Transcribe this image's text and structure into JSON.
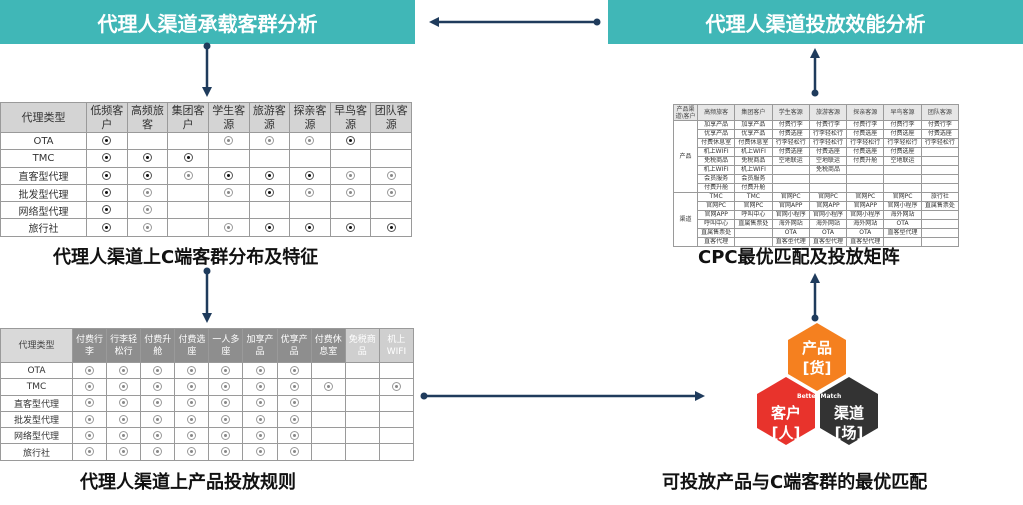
{
  "banners": {
    "left": "代理人渠道承载客群分析",
    "right": "代理人渠道投放效能分析"
  },
  "captions": {
    "customer_distribution": "代理人渠道上C端客群分布及特征",
    "product_rules": "代理人渠道上产品投放规则",
    "cpc_matrix": "CPC最优匹配及投放矩阵",
    "best_match": "可投放产品与C端客群的最优匹配"
  },
  "customer_table": {
    "headers": [
      "代理类型",
      "低频客户",
      "高频旅客",
      "集团客户",
      "学生客源",
      "旅游客源",
      "探亲客源",
      "早鸟客源",
      "团队客源"
    ],
    "rows": [
      {
        "label": "OTA",
        "marks": [
          "dot",
          "",
          "",
          "faint",
          "faint",
          "faint",
          "dot",
          ""
        ]
      },
      {
        "label": "TMC",
        "marks": [
          "dot",
          "dot",
          "dot",
          "",
          "",
          "",
          "",
          ""
        ]
      },
      {
        "label": "直客型代理",
        "marks": [
          "dot",
          "dot",
          "faint",
          "dot",
          "dot",
          "dot",
          "faint",
          "faint"
        ]
      },
      {
        "label": "批发型代理",
        "marks": [
          "dot",
          "faint",
          "",
          "faint",
          "dot",
          "faint",
          "faint",
          "faint"
        ]
      },
      {
        "label": "网络型代理",
        "marks": [
          "dot",
          "faint",
          "",
          "",
          "",
          "",
          "",
          ""
        ]
      },
      {
        "label": "旅行社",
        "marks": [
          "dot",
          "faint",
          "",
          "faint",
          "dot",
          "dot",
          "dot",
          "dot"
        ]
      }
    ]
  },
  "product_table": {
    "headers": [
      "代理类型",
      "付费行李",
      "行李轻松行",
      "付费升舱",
      "付费选座",
      "一人多座",
      "加享产品",
      "优享产品",
      "付费休息室",
      "免税商品",
      "机上WIFI"
    ],
    "rows": [
      {
        "label": "OTA",
        "marks": [
          "faint",
          "faint",
          "faint",
          "faint",
          "faint",
          "faint",
          "faint",
          "",
          "",
          ""
        ]
      },
      {
        "label": "TMC",
        "marks": [
          "faint",
          "faint",
          "faint",
          "faint",
          "faint",
          "faint",
          "faint",
          "faint",
          "",
          "faint"
        ]
      },
      {
        "label": "直客型代理",
        "marks": [
          "faint",
          "faint",
          "faint",
          "faint",
          "faint",
          "faint",
          "faint",
          "",
          "",
          ""
        ]
      },
      {
        "label": "批发型代理",
        "marks": [
          "faint",
          "faint",
          "faint",
          "faint",
          "faint",
          "faint",
          "faint",
          "",
          "",
          ""
        ]
      },
      {
        "label": "网络型代理",
        "marks": [
          "faint",
          "faint",
          "faint",
          "faint",
          "faint",
          "faint",
          "faint",
          "",
          "",
          ""
        ]
      },
      {
        "label": "旅行社",
        "marks": [
          "faint",
          "faint",
          "faint",
          "faint",
          "faint",
          "faint",
          "faint",
          "",
          "",
          ""
        ]
      }
    ]
  },
  "matrix": {
    "corner": "产品渠道\\客户",
    "headers": [
      "高频旅客",
      "集团客户",
      "学生客源",
      "旅游客源",
      "探亲客源",
      "早鸟客源",
      "团队客源"
    ],
    "groups": [
      {
        "name": "产品",
        "rows": [
          [
            "加享产品",
            "加享产品",
            "付费行李",
            "付费行李",
            "付费行李",
            "付费行李",
            "付费行李"
          ],
          [
            "优享产品",
            "优享产品",
            "付费选座",
            "行李轻松行",
            "付费选座",
            "付费选座",
            "付费选座"
          ],
          [
            "付费休息室",
            "付费休息室",
            "行李轻松行",
            "行李轻松行",
            "行李轻松行",
            "行李轻松行",
            "行李轻松行"
          ],
          [
            "机上WIFI",
            "机上WIFI",
            "付费选座",
            "付费选座",
            "付费选座",
            "付费选座",
            ""
          ],
          [
            "免税商品",
            "免税商品",
            "空地联运",
            "空地联运",
            "付费升舱",
            "空地联运",
            ""
          ],
          [
            "机上WIFI",
            "机上WIFI",
            "",
            "免税商品",
            "",
            "",
            ""
          ],
          [
            "会员服务",
            "会员服务",
            "",
            "",
            "",
            "",
            ""
          ],
          [
            "付费升舱",
            "付费升舱",
            "",
            "",
            "",
            "",
            ""
          ]
        ]
      },
      {
        "name": "渠道",
        "rows": [
          [
            "TMC",
            "TMC",
            "官网PC",
            "官网PC",
            "官网PC",
            "官网PC",
            "旅行社"
          ],
          [
            "官网PC",
            "官网PC",
            "官网APP",
            "官网APP",
            "官网APP",
            "官网小程序",
            "直属售票处"
          ],
          [
            "官网APP",
            "呼叫中心",
            "官网小程序",
            "官网小程序",
            "官网小程序",
            "海外网站",
            ""
          ],
          [
            "呼叫中心",
            "直属售票处",
            "海外网站",
            "海外网站",
            "海外网站",
            "OTA",
            ""
          ],
          [
            "直属售票处",
            "",
            "OTA",
            "OTA",
            "OTA",
            "直客型代理",
            ""
          ],
          [
            "直客代理",
            "",
            "直客型代理",
            "直客型代理",
            "直客型代理",
            "",
            ""
          ]
        ]
      }
    ]
  },
  "hexagons": {
    "product": {
      "line1": "产品",
      "line2": "[货]",
      "color": "#f5801f"
    },
    "customer": {
      "line1": "客户",
      "line2": "[人]",
      "color": "#e8332c"
    },
    "channel": {
      "line1": "渠道",
      "line2": "[场]",
      "color": "#333333"
    },
    "center_label": "Better Match"
  },
  "colors": {
    "banner": "#40b7b7",
    "arrow": "#1f3b5c"
  }
}
